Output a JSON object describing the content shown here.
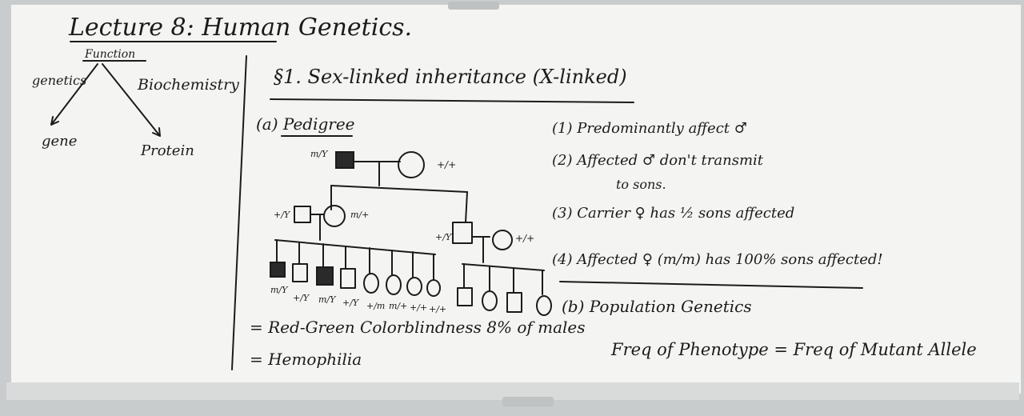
{
  "board": {
    "title": "Lecture 8: Human Genetics.",
    "left": {
      "heading": "Function",
      "branch_left": "genetics",
      "branch_right": "Biochemistry",
      "leaf_left": "gene",
      "leaf_right": "Protein"
    },
    "section": {
      "heading": "§1. Sex-linked inheritance (X-linked)",
      "sub_a": "(a) Pedigree",
      "rules": [
        "(1) Predominantly affect ♂",
        "(2) Affected ♂ don't transmit",
        "to sons.",
        "(3) Carrier ♀ has ½ sons affected",
        "(4) Affected ♀ (m/m) has 100% sons affected!"
      ],
      "sub_b": "(b) Population Genetics",
      "freq_line": "Freq of Phenotype = Freq of Mutant Allele",
      "examples": [
        "= Red-Green Colorblindness 8% of males",
        "= Hemophilia"
      ]
    },
    "pedigree_labels": {
      "gen1_male": "m/Y",
      "gen1_female": "+/+",
      "gen2_left_male": "+/Y",
      "gen2_left_female": "m/+",
      "gen2_right_male": "+/Y",
      "gen2_right_female": "+/+",
      "gen3": [
        "m/Y",
        "+/Y",
        "m/Y",
        "+/Y",
        "+/m",
        "m/+",
        "+/+",
        "+/+"
      ]
    },
    "colors": {
      "board": "#f4f5f3",
      "ink": "#1b1b1b",
      "frame": "#cfd2d3"
    }
  }
}
